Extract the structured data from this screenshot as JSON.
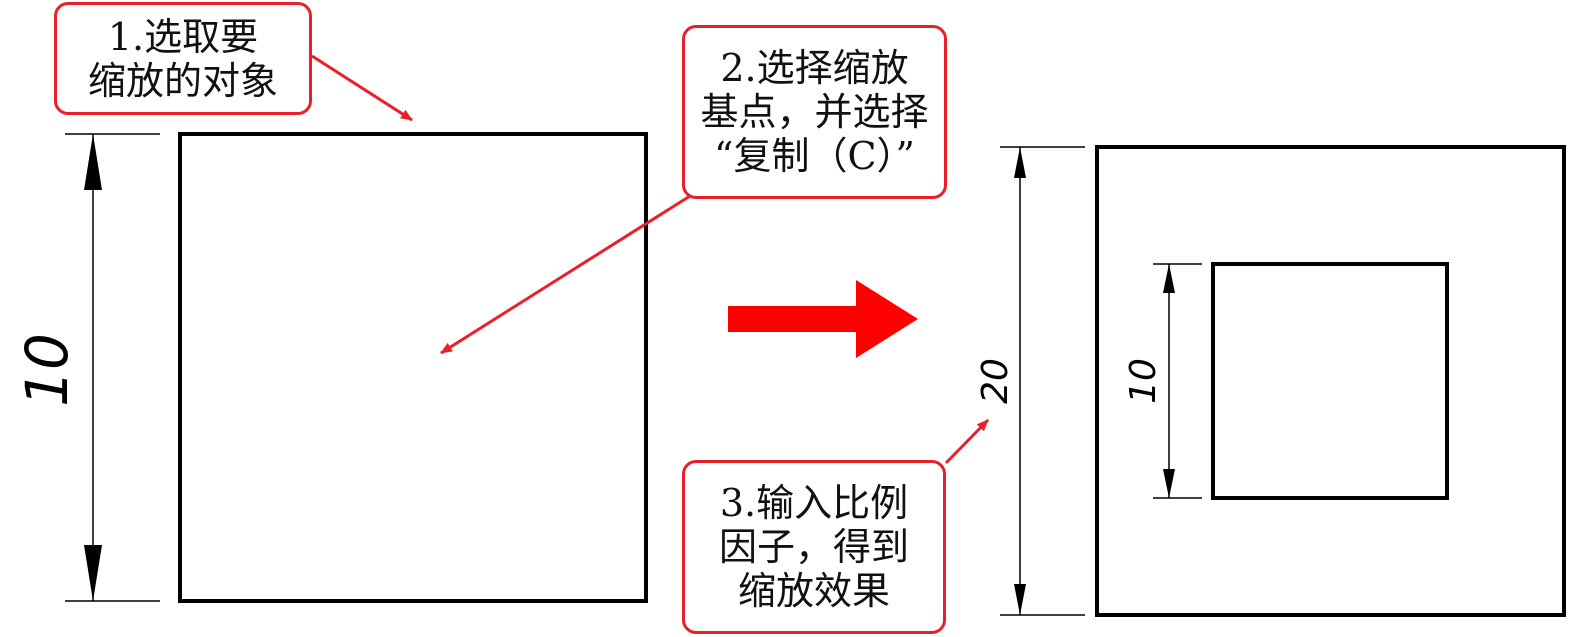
{
  "callouts": {
    "step1": [
      "1.选取要",
      "缩放的对象"
    ],
    "step2": [
      "2.选择缩放",
      "基点，并选择",
      "“复制（C）”"
    ],
    "step3": [
      "3.输入比例",
      "因子，得到",
      "缩放效果"
    ]
  },
  "dimensions": {
    "left_square": "10",
    "outer_square": "20",
    "inner_square": "10"
  },
  "colors": {
    "accent": "#e8202a",
    "line": "#000000"
  }
}
